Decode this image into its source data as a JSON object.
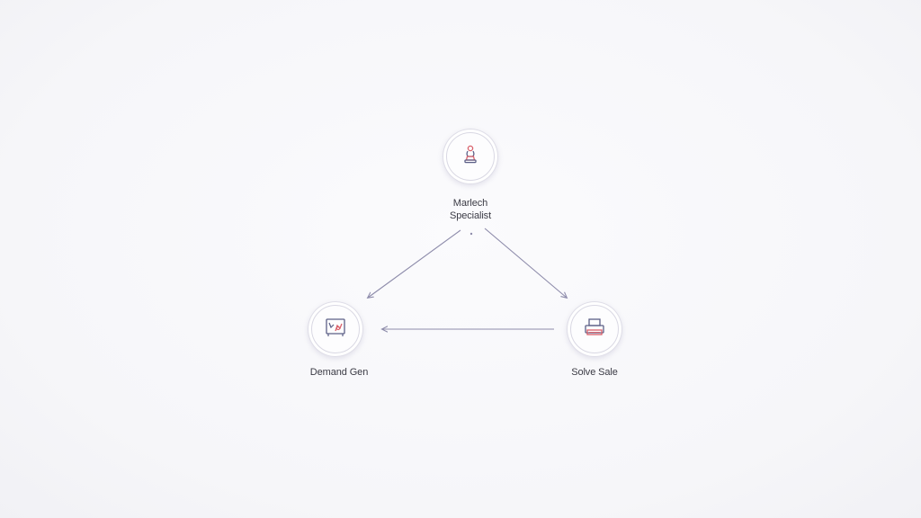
{
  "diagram": {
    "nodes": [
      {
        "id": "martech",
        "label": "Marlech\nSpecialist",
        "icon": "chess-piece-icon"
      },
      {
        "id": "demand",
        "label": "Demand Gen",
        "icon": "chart-board-icon"
      },
      {
        "id": "sales",
        "label": "Solve Sale",
        "icon": "printer-icon"
      }
    ],
    "edges": [
      {
        "from": "martech",
        "to": "demand"
      },
      {
        "from": "martech",
        "to": "sales"
      },
      {
        "from": "sales",
        "to": "demand"
      }
    ],
    "colors": {
      "edge": "#8e8cab",
      "icon_primary": "#5b5f86",
      "icon_accent": "#d9606a"
    }
  }
}
